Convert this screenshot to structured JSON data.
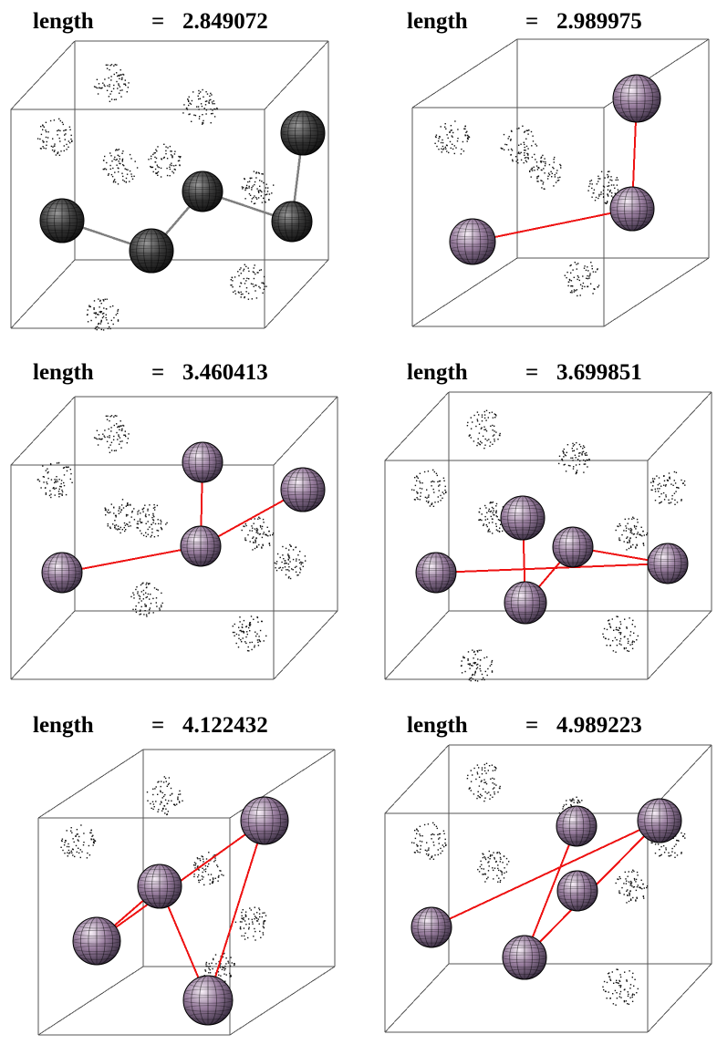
{
  "panels": [
    {
      "label": "length",
      "equals": "=",
      "value": "2.849072",
      "style": "dark"
    },
    {
      "label": "length",
      "equals": "=",
      "value": "2.989975",
      "style": "color"
    },
    {
      "label": "length",
      "equals": "=",
      "value": "3.460413",
      "style": "color"
    },
    {
      "label": "length",
      "equals": "=",
      "value": "3.699851",
      "style": "color"
    },
    {
      "label": "length",
      "equals": "=",
      "value": "4.122432",
      "style": "color"
    },
    {
      "label": "length",
      "equals": "=",
      "value": "4.989223",
      "style": "color"
    }
  ],
  "colors": {
    "box_edge": "#555555",
    "path_dark": "#808080",
    "path_color": "#ee1111",
    "sphere_dark": "#3a3a3a",
    "sphere_color": "#9a7fa0",
    "dotted_sphere": "#111111"
  }
}
